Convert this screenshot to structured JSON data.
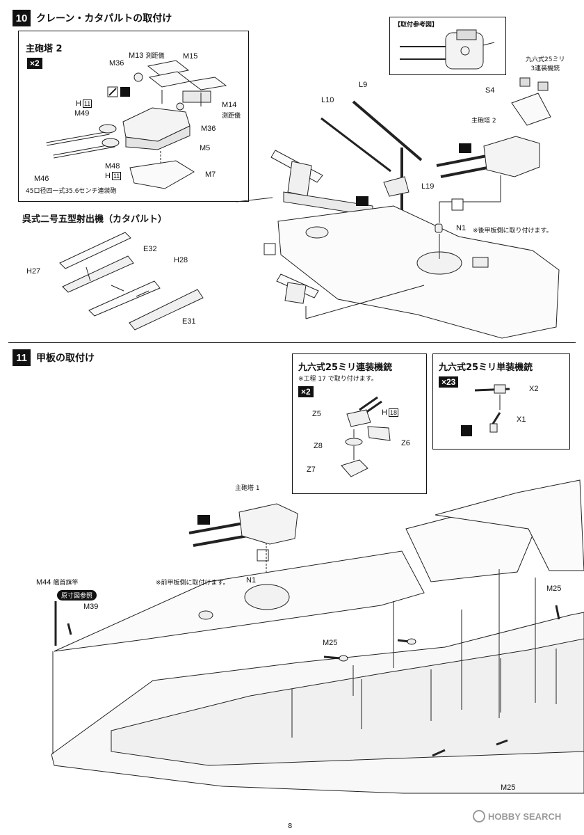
{
  "step10": {
    "number": "10",
    "title": "クレーン・カタパルトの取付け",
    "ref_box_title": "【取付参考図】",
    "turret_box": {
      "title": "主砲塔 2",
      "multiplier": "×2",
      "labels": {
        "m13": "M13",
        "m13_note": "測距儀",
        "m15": "M15",
        "m36a": "M36",
        "m14": "M14",
        "m14_note": "測距儀",
        "m36b": "M36",
        "h11a": "H",
        "h11a_box": "11",
        "m49": "M49",
        "m5": "M5",
        "m48": "M48",
        "h11b": "H",
        "h11b_box": "11",
        "m46": "M46",
        "m7": "M7"
      },
      "gun_note": "45口径四一式35.6センチ連装砲"
    },
    "catapult": {
      "title": "呉式二号五型射出機（カタパルト）",
      "labels": {
        "e32": "E32",
        "h27": "H27",
        "h28": "H28",
        "e31": "E31"
      }
    },
    "main_labels": {
      "l9": "L9",
      "l10": "L10",
      "l19": "L19",
      "s4": "S4",
      "turret2": "主砲塔 2",
      "aa_triple": "九六式25ミリ\n3連装機銃",
      "n1": "N1",
      "n1_note": "※後甲板側に取り付けます。"
    }
  },
  "step11": {
    "number": "11",
    "title": "甲板の取付け",
    "twin_box": {
      "title": "九六式25ミリ連装機銃",
      "note": "※工程 17 で取り付けます。",
      "multiplier": "×2",
      "labels": {
        "z5": "Z5",
        "h18": "H",
        "h18_box": "18",
        "z8": "Z8",
        "z6": "Z6",
        "z7": "Z7"
      }
    },
    "single_box": {
      "title": "九六式25ミリ単装機銃",
      "multiplier": "×23",
      "labels": {
        "x2": "X2",
        "x1": "X1"
      }
    },
    "main_labels": {
      "turret1": "主砲塔 1",
      "n1": "N1",
      "n1_note": "※前甲板側に取付けます。",
      "m44": "M44",
      "m44_note": "艦首旗竿",
      "ref_pill": "原寸図参照",
      "m39": "M39",
      "m25a": "M25",
      "m25b": "M25",
      "m25c": "M25"
    }
  },
  "footer": {
    "page_number": "8",
    "watermark": "HOBBY SEARCH"
  }
}
